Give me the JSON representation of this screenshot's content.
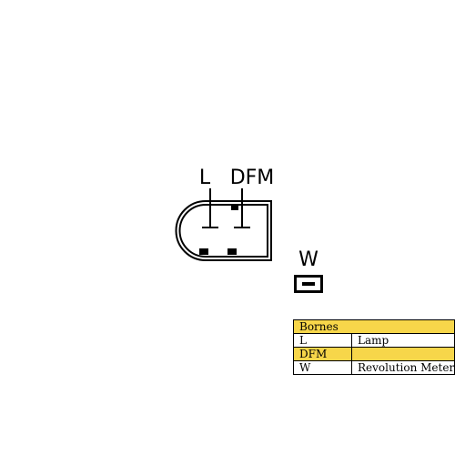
{
  "connector": {
    "labels": {
      "l": "L",
      "dfm": "DFM",
      "w": "W"
    }
  },
  "table": {
    "header": "Bornes",
    "rows": [
      {
        "code": "L",
        "description": "Lamp",
        "highlight": false
      },
      {
        "code": "DFM",
        "description": "",
        "highlight": true
      },
      {
        "code": "W",
        "description": "Revolution Meter",
        "highlight": false
      }
    ]
  },
  "colors": {
    "highlight": "#f7d64a",
    "line": "#000000",
    "background": "#ffffff"
  }
}
